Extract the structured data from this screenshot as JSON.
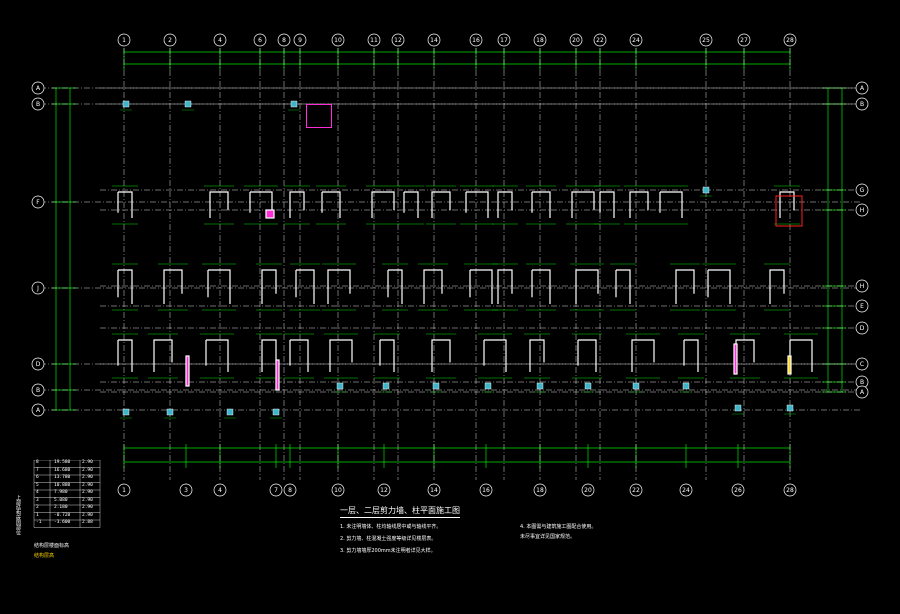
{
  "plan": {
    "title": "一层、二层剪力墙、柱平面施工图",
    "top_axes": [
      "1",
      "2",
      "4",
      "6",
      "8",
      "9",
      "10",
      "11",
      "12",
      "14",
      "16",
      "17",
      "18",
      "20",
      "22",
      "24",
      "25",
      "27",
      "28"
    ],
    "bottom_axes": [
      "1",
      "3",
      "4",
      "7",
      "8",
      "10",
      "12",
      "14",
      "16",
      "18",
      "20",
      "22",
      "24",
      "26",
      "28"
    ],
    "left_axes": [
      "A",
      "B",
      "F",
      "J",
      "D",
      "B",
      "A"
    ],
    "right_axes": [
      "A",
      "B",
      "G",
      "H",
      "H",
      "E",
      "D",
      "C",
      "B",
      "A"
    ]
  },
  "notes": {
    "left": [
      "1. 未注明墙体、柱均轴线居中或与轴线平齐。",
      "2. 剪力墙、柱混凝土强度等级详见楼层表。",
      "3. 剪力墙墙厚200mm未注明者详见大样。"
    ],
    "right": [
      "4. 本图需与建筑施工图配合使用。",
      "   未尽事宜详见国家规范。"
    ]
  },
  "level_table": {
    "title": "结构层楼面标高",
    "subtitle": "结构层高",
    "side_label": "上部结构嵌固部位",
    "rows": [
      [
        "8",
        "19.580",
        "2.90"
      ],
      [
        "7",
        "16.680",
        "2.90"
      ],
      [
        "6",
        "13.780",
        "2.90"
      ],
      [
        "5",
        "10.880",
        "2.90"
      ],
      [
        "4",
        "7.980",
        "2.90"
      ],
      [
        "3",
        "5.080",
        "2.90"
      ],
      [
        "2",
        "2.180",
        "2.90"
      ],
      [
        "1",
        "-0.720",
        "2.90"
      ],
      [
        "-1",
        "-3.600",
        "2.88"
      ]
    ]
  },
  "colors": {
    "grid": "#ffffff",
    "dimension": "#00e000",
    "wall": "#ffffff",
    "tag": "#ff2fd6",
    "column_fill": "#3fb6c8",
    "yellow": "#ffd400",
    "red": "#ff2020"
  }
}
